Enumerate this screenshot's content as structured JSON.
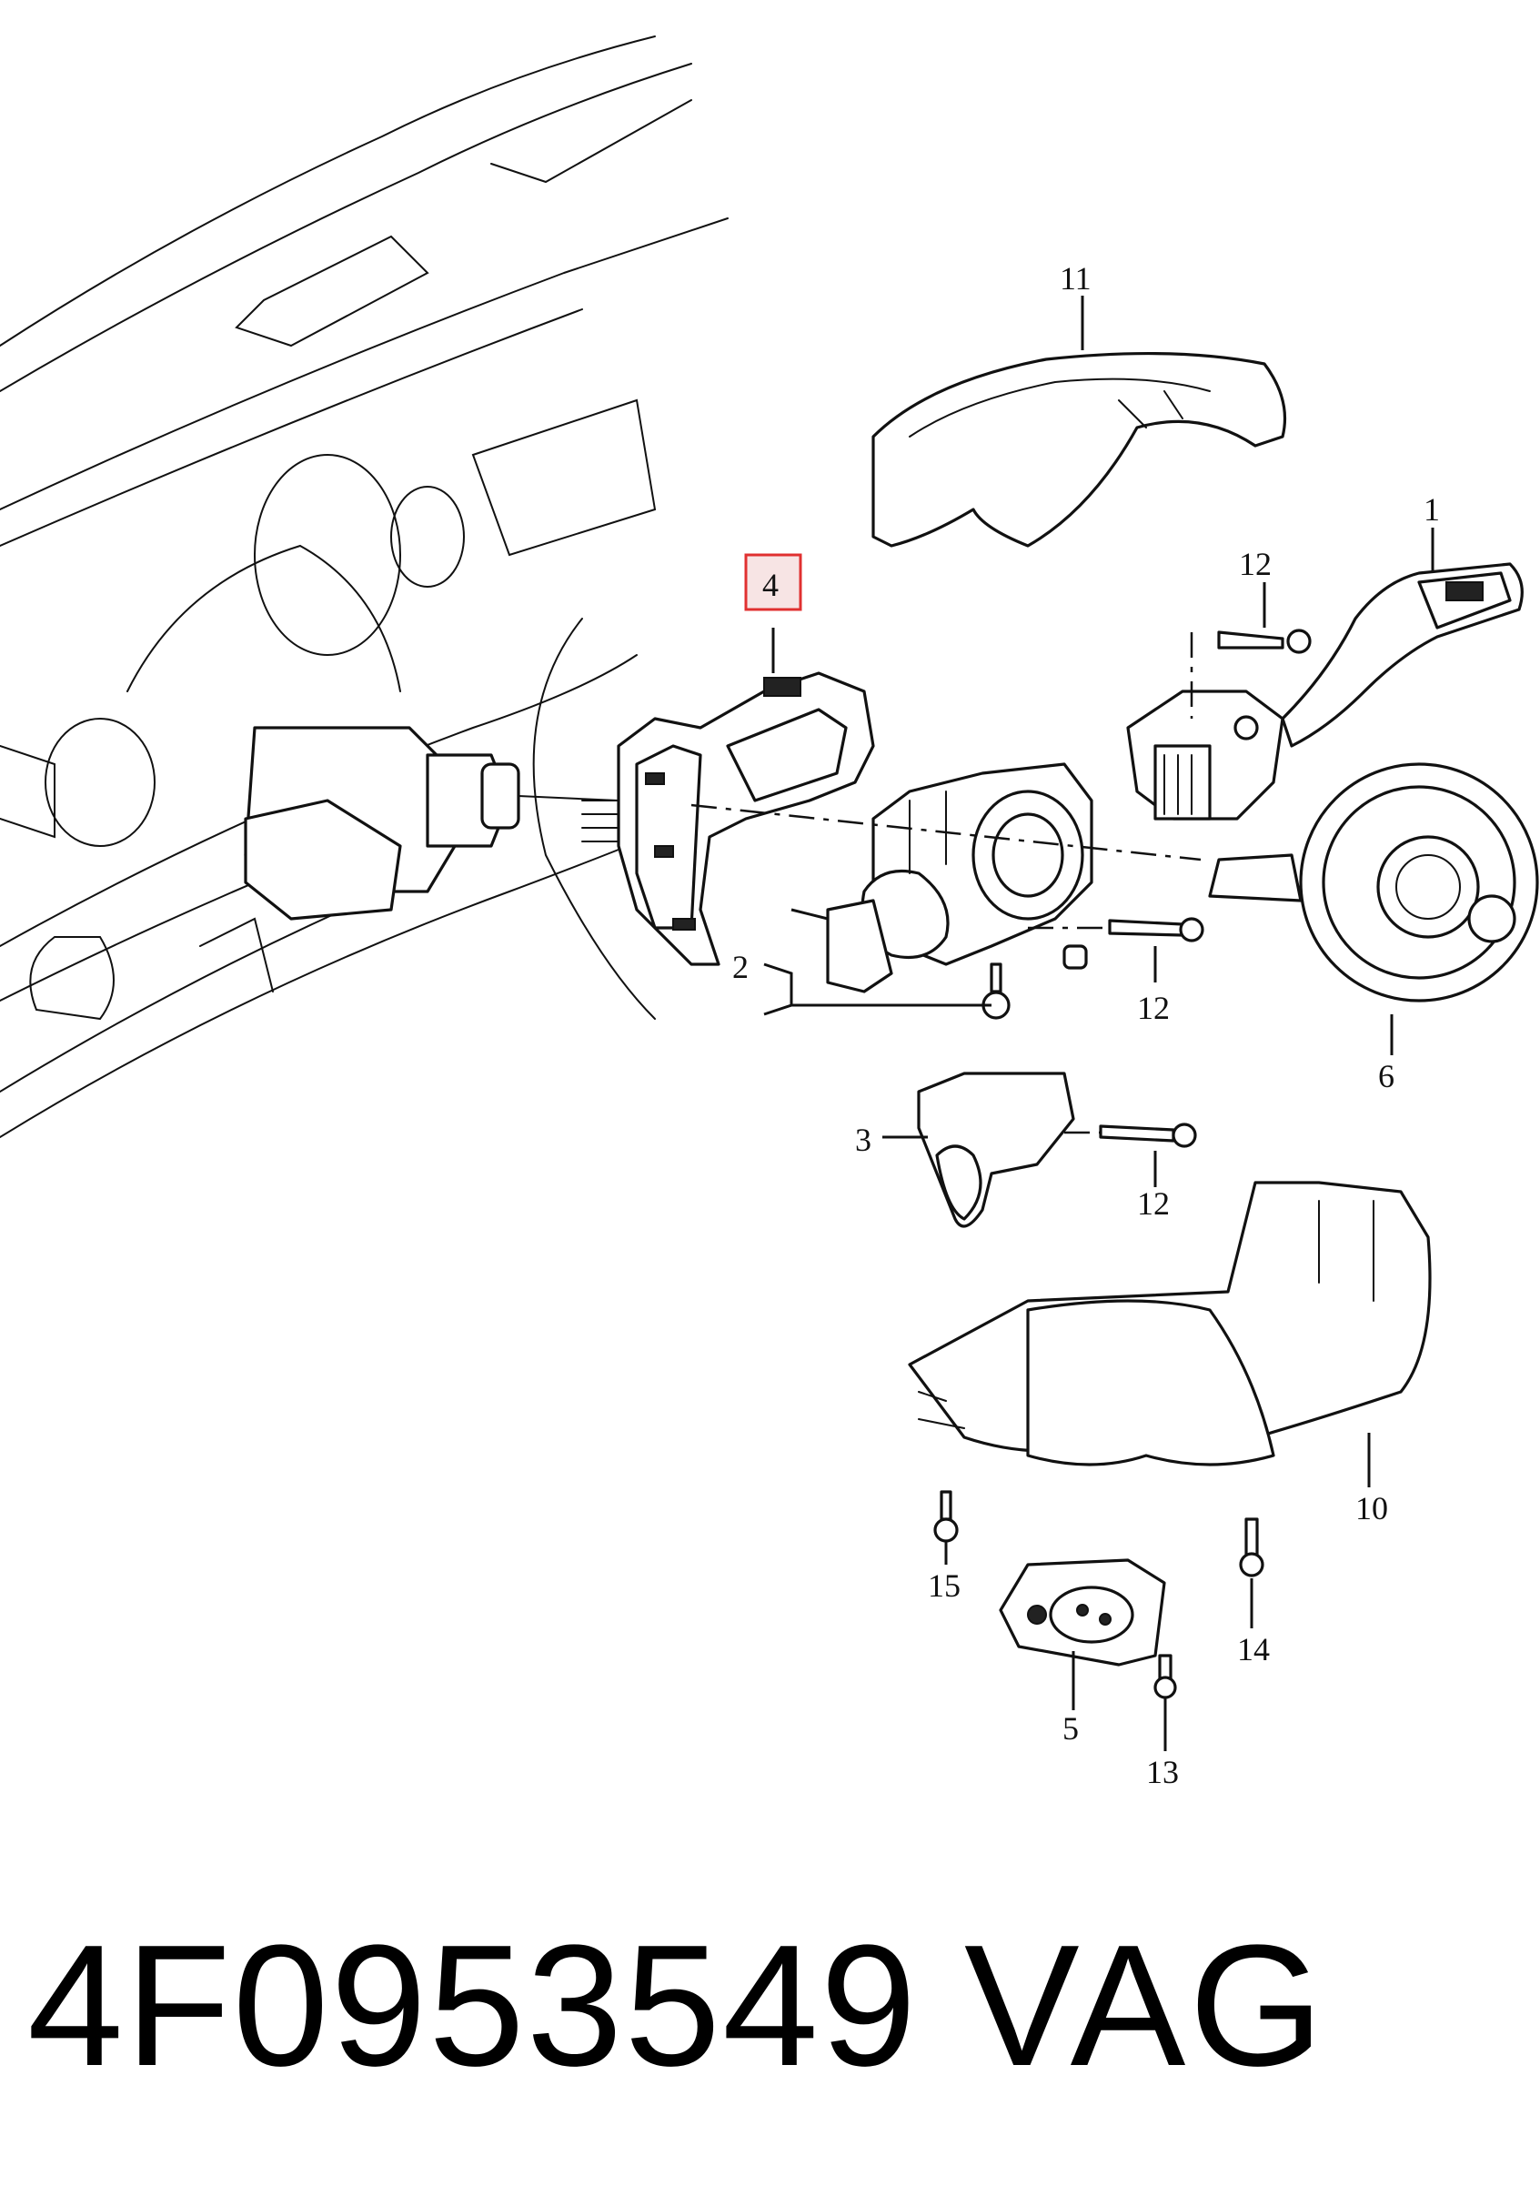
{
  "callouts": {
    "c1": "1",
    "c2": "2",
    "c3": "3",
    "c4": "4",
    "c5": "5",
    "c6": "6",
    "c10": "10",
    "c11": "11",
    "c12a": "12",
    "c12b": "12",
    "c12c": "12",
    "c13": "13",
    "c14": "14",
    "c15": "15"
  },
  "highlight_color": "#e03030",
  "footer": {
    "part_number": "4F0953549",
    "brand": "VAG"
  }
}
